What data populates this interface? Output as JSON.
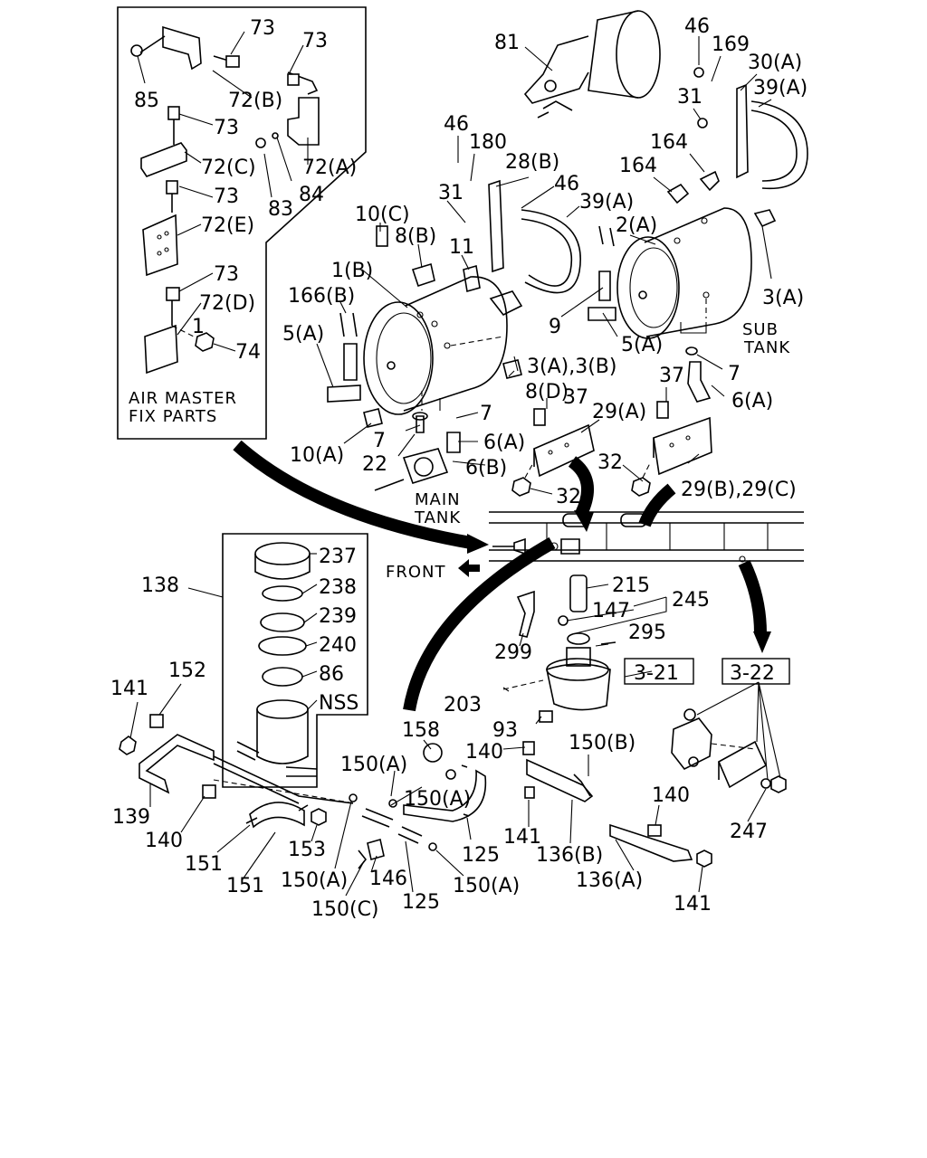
{
  "inset": {
    "title_line1": "AIR MASTER",
    "title_line2": "FIX PARTS",
    "labels": [
      "73",
      "85",
      "72(B)",
      "73",
      "73",
      "72(C)",
      "83",
      "84",
      "72(A)",
      "73",
      "72(E)",
      "73",
      "72(D)",
      "1",
      "74"
    ]
  },
  "callouts": {
    "c81": "81",
    "c46a": "46",
    "c169": "169",
    "c30a": "30(A)",
    "c39a_top": "39(A)",
    "c31a": "31",
    "c164a": "164",
    "c164b": "164",
    "c46b": "46",
    "c180": "180",
    "c28b": "28(B)",
    "c46c": "46",
    "c31b": "31",
    "c39a_mid": "39(A)",
    "c2a": "2(A)",
    "c10c": "10(C)",
    "c8b": "8(B)",
    "c11": "11",
    "c1b": "1(B)",
    "c166b": "166(B)",
    "c5a_left": "5(A)",
    "c9": "9",
    "c5a_right": "5(A)",
    "c3a_right": "3(A)",
    "c3a3b": "3(A),3(B)",
    "c8d": "8(D)",
    "c7_right": "7",
    "c37a": "37",
    "c6a_right": "6(A)",
    "c37b": "37",
    "c29a": "29(A)",
    "c7_mid": "7",
    "c7_low": "7",
    "c6a_mid": "6(A)",
    "c22": "22",
    "c10a": "10(A)",
    "c6b": "6(B)",
    "c32a": "32",
    "c32b": "32",
    "c29b29c": "29(B),29(C)",
    "c138": "138",
    "c237": "237",
    "c238": "238",
    "c239": "239",
    "c240": "240",
    "c86": "86",
    "cNSS": "NSS",
    "c215": "215",
    "c147": "147",
    "c245": "245",
    "c295": "295",
    "c299": "299",
    "c203": "203",
    "c93": "93",
    "c158": "158",
    "c140a": "140",
    "c150b": "150(B)",
    "c150a_1": "150(A)",
    "c150a_2": "150(A)",
    "c150a_3": "150(A)",
    "c150a_4": "150(A)",
    "c150c": "150(C)",
    "c146": "146",
    "c125a": "125",
    "c125b": "125",
    "c141a": "141",
    "c152": "152",
    "c139": "139",
    "c140b": "140",
    "c151a": "151",
    "c151b": "151",
    "c153": "153",
    "c141b": "141",
    "c136b": "136(B)",
    "c140c": "140",
    "c136a": "136(A)",
    "c141c": "141",
    "c247": "247"
  },
  "tank_labels": {
    "main_line1": "MAIN",
    "main_line2": "TANK",
    "sub_line1": "SUB",
    "sub_line2": "TANK",
    "front": "FRONT"
  },
  "refs": {
    "ref_321": "3-21",
    "ref_322": "3-22"
  }
}
